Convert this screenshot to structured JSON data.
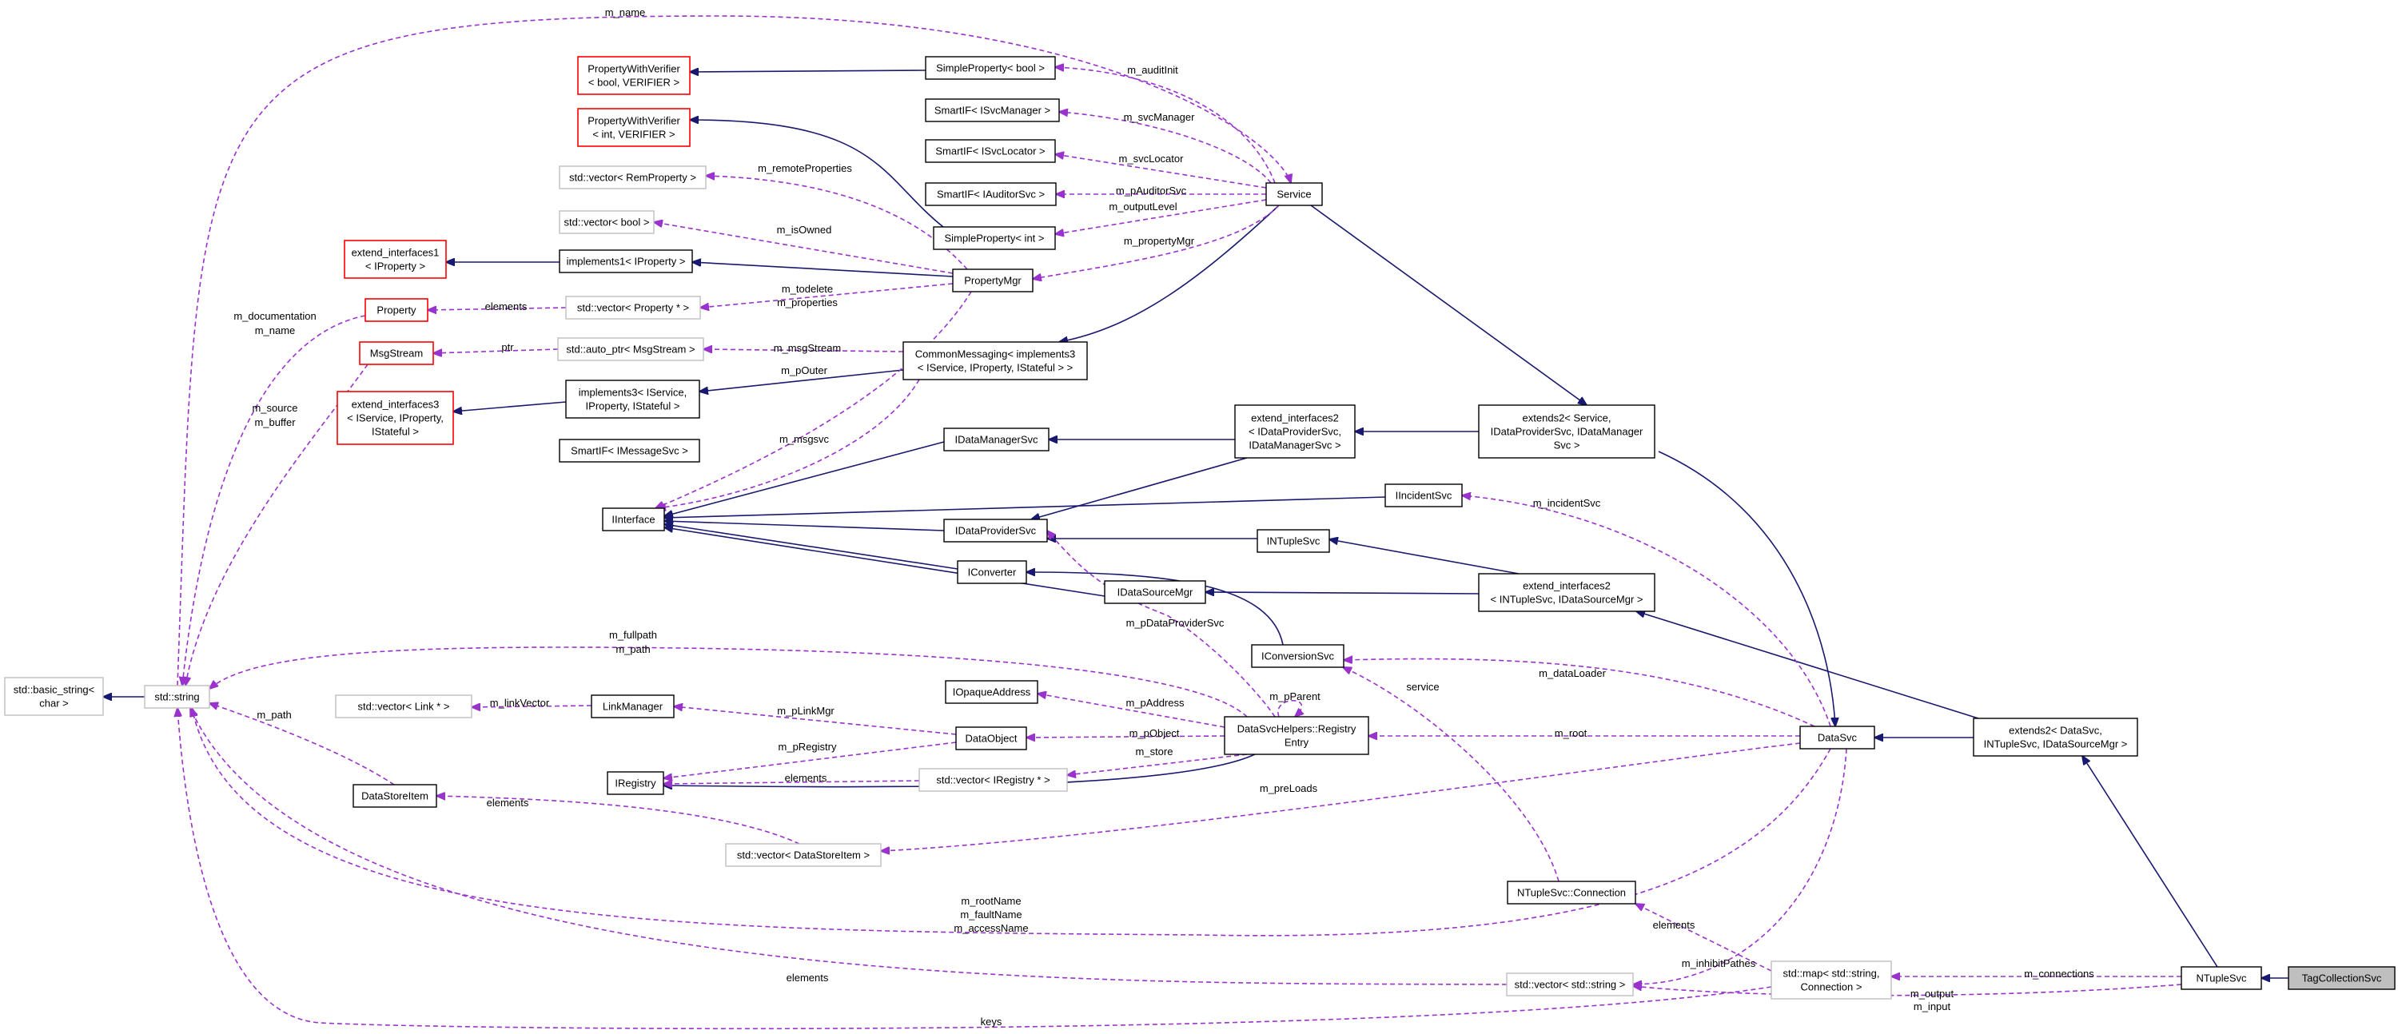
{
  "colors": {
    "inherit": "#191970",
    "usage": "#9a32cd",
    "normal_border": "#000000",
    "missing_border": "#ff0000",
    "template_border": "#bfbfbf",
    "highlight_fill": "#bfbfbf"
  },
  "nodes": [
    {
      "id": "TagCollectionSvc",
      "lines": [
        "TagCollectionSvc"
      ],
      "style": "highlight"
    },
    {
      "id": "NTupleSvc",
      "lines": [
        "NTupleSvc"
      ],
      "style": "normal"
    },
    {
      "id": "extends2_DataSvc",
      "lines": [
        "extends2< DataSvc,",
        "INTupleSvc, IDataSourceMgr >"
      ],
      "style": "normal"
    },
    {
      "id": "DataSvc",
      "lines": [
        "DataSvc"
      ],
      "style": "normal"
    },
    {
      "id": "extends2_Service",
      "lines": [
        "extends2< Service,",
        "IDataProviderSvc, IDataManager",
        "Svc >"
      ],
      "style": "normal"
    },
    {
      "id": "Service",
      "lines": [
        "Service"
      ],
      "style": "normal"
    },
    {
      "id": "SimplePropertyBool",
      "lines": [
        "SimpleProperty< bool >"
      ],
      "style": "normal"
    },
    {
      "id": "PWV_bool",
      "lines": [
        "PropertyWithVerifier",
        "< bool, VERIFIER >"
      ],
      "style": "missing"
    },
    {
      "id": "SmartIF_ISvcManager",
      "lines": [
        "SmartIF< ISvcManager >"
      ],
      "style": "normal"
    },
    {
      "id": "SmartIF_ISvcLocator",
      "lines": [
        "SmartIF< ISvcLocator >"
      ],
      "style": "normal"
    },
    {
      "id": "SmartIF_IAuditorSvc",
      "lines": [
        "SmartIF< IAuditorSvc >"
      ],
      "style": "normal"
    },
    {
      "id": "SimplePropertyInt",
      "lines": [
        "SimpleProperty< int >"
      ],
      "style": "normal"
    },
    {
      "id": "PWV_int",
      "lines": [
        "PropertyWithVerifier",
        "< int, VERIFIER >"
      ],
      "style": "missing"
    },
    {
      "id": "vec_RemProperty",
      "lines": [
        "std::vector< RemProperty >"
      ],
      "style": "template"
    },
    {
      "id": "vec_bool",
      "lines": [
        "std::vector< bool >"
      ],
      "style": "template"
    },
    {
      "id": "PropertyMgr",
      "lines": [
        "PropertyMgr"
      ],
      "style": "normal"
    },
    {
      "id": "ext1_IProperty",
      "lines": [
        "extend_interfaces1",
        "< IProperty >"
      ],
      "style": "missing"
    },
    {
      "id": "impl1_IProperty",
      "lines": [
        "implements1< IProperty >"
      ],
      "style": "normal"
    },
    {
      "id": "Property",
      "lines": [
        "Property"
      ],
      "style": "missing"
    },
    {
      "id": "vec_Property",
      "lines": [
        "std::vector< Property * >"
      ],
      "style": "template"
    },
    {
      "id": "MsgStream",
      "lines": [
        "MsgStream"
      ],
      "style": "missing"
    },
    {
      "id": "autoptr_MsgStream",
      "lines": [
        "std::auto_ptr< MsgStream >"
      ],
      "style": "template"
    },
    {
      "id": "CommonMessaging",
      "lines": [
        "CommonMessaging< implements3",
        "< IService, IProperty, IStateful > >"
      ],
      "style": "normal"
    },
    {
      "id": "ext3",
      "lines": [
        "extend_interfaces3",
        "< IService, IProperty,",
        "IStateful >"
      ],
      "style": "missing"
    },
    {
      "id": "impl3",
      "lines": [
        "implements3< IService,",
        "IProperty, IStateful >"
      ],
      "style": "normal"
    },
    {
      "id": "SmartIF_IMessageSvc",
      "lines": [
        "SmartIF< IMessageSvc >"
      ],
      "style": "normal"
    },
    {
      "id": "IDataManagerSvc",
      "lines": [
        "IDataManagerSvc"
      ],
      "style": "normal"
    },
    {
      "id": "ext2_IDataProvider",
      "lines": [
        "extend_interfaces2",
        "< IDataProviderSvc,",
        "IDataManagerSvc >"
      ],
      "style": "normal"
    },
    {
      "id": "IIncidentSvc",
      "lines": [
        "IIncidentSvc"
      ],
      "style": "normal"
    },
    {
      "id": "IInterface",
      "lines": [
        "IInterface"
      ],
      "style": "normal"
    },
    {
      "id": "IDataProviderSvc",
      "lines": [
        "IDataProviderSvc"
      ],
      "style": "normal"
    },
    {
      "id": "INTupleSvc",
      "lines": [
        "INTupleSvc"
      ],
      "style": "normal"
    },
    {
      "id": "IConverter",
      "lines": [
        "IConverter"
      ],
      "style": "normal"
    },
    {
      "id": "IDataSourceMgr",
      "lines": [
        "IDataSourceMgr"
      ],
      "style": "normal"
    },
    {
      "id": "ext2_INTuple",
      "lines": [
        "extend_interfaces2",
        "< INTupleSvc, IDataSourceMgr >"
      ],
      "style": "normal"
    },
    {
      "id": "IConversionSvc",
      "lines": [
        "IConversionSvc"
      ],
      "style": "normal"
    },
    {
      "id": "basic_string",
      "lines": [
        "std::basic_string<",
        "char >"
      ],
      "style": "template"
    },
    {
      "id": "std_string",
      "lines": [
        "std::string"
      ],
      "style": "template"
    },
    {
      "id": "vec_Link",
      "lines": [
        "std::vector< Link * >"
      ],
      "style": "template"
    },
    {
      "id": "LinkManager",
      "lines": [
        "LinkManager"
      ],
      "style": "normal"
    },
    {
      "id": "IOpaqueAddress",
      "lines": [
        "IOpaqueAddress"
      ],
      "style": "normal"
    },
    {
      "id": "DataObject",
      "lines": [
        "DataObject"
      ],
      "style": "normal"
    },
    {
      "id": "RegistryEntry",
      "lines": [
        "DataSvcHelpers::Registry",
        "Entry"
      ],
      "style": "normal"
    },
    {
      "id": "IRegistry",
      "lines": [
        "IRegistry"
      ],
      "style": "normal"
    },
    {
      "id": "vec_IRegistry",
      "lines": [
        "std::vector< IRegistry * >"
      ],
      "style": "template"
    },
    {
      "id": "DataStoreItem",
      "lines": [
        "DataStoreItem"
      ],
      "style": "normal"
    },
    {
      "id": "vec_DataStoreItem",
      "lines": [
        "std::vector< DataStoreItem >"
      ],
      "style": "template"
    },
    {
      "id": "NTupleConnection",
      "lines": [
        "NTupleSvc::Connection"
      ],
      "style": "normal"
    },
    {
      "id": "vec_string",
      "lines": [
        "std::vector< std::string >"
      ],
      "style": "template"
    },
    {
      "id": "map_string_conn",
      "lines": [
        "std::map< std::string,",
        "Connection >"
      ],
      "style": "template"
    }
  ],
  "edges": [
    {
      "from": "NTupleSvc",
      "to": "TagCollectionSvc",
      "kind": "inherit",
      "labels": []
    },
    {
      "from": "extends2_DataSvc",
      "to": "NTupleSvc",
      "kind": "inherit",
      "labels": []
    },
    {
      "from": "DataSvc",
      "to": "extends2_DataSvc",
      "kind": "inherit",
      "labels": []
    },
    {
      "from": "ext2_INTuple",
      "to": "extends2_DataSvc",
      "kind": "inherit",
      "labels": []
    },
    {
      "from": "extends2_Service",
      "to": "DataSvc",
      "kind": "inherit",
      "labels": []
    },
    {
      "from": "Service",
      "to": "extends2_Service",
      "kind": "inherit",
      "labels": []
    },
    {
      "from": "ext2_IDataProvider",
      "to": "extends2_Service",
      "kind": "inherit",
      "labels": []
    },
    {
      "from": "CommonMessaging",
      "to": "Service",
      "kind": "inherit",
      "labels": []
    },
    {
      "from": "impl3",
      "to": "CommonMessaging",
      "kind": "inherit",
      "labels": []
    },
    {
      "from": "ext3",
      "to": "impl3",
      "kind": "inherit",
      "labels": []
    },
    {
      "from": "impl1_IProperty",
      "to": "PropertyMgr",
      "kind": "inherit",
      "labels": []
    },
    {
      "from": "ext1_IProperty",
      "to": "impl1_IProperty",
      "kind": "inherit",
      "labels": []
    },
    {
      "from": "PWV_bool",
      "to": "SimplePropertyBool",
      "kind": "inherit",
      "labels": []
    },
    {
      "from": "PWV_int",
      "to": "SimplePropertyInt",
      "kind": "inherit",
      "labels": []
    },
    {
      "from": "IDataManagerSvc",
      "to": "ext2_IDataProvider",
      "kind": "inherit",
      "labels": []
    },
    {
      "from": "IDataProviderSvc",
      "to": "ext2_IDataProvider",
      "kind": "inherit",
      "labels": []
    },
    {
      "from": "INTupleSvc",
      "to": "ext2_INTuple",
      "kind": "inherit",
      "labels": []
    },
    {
      "from": "IDataSourceMgr",
      "to": "ext2_INTuple",
      "kind": "inherit",
      "labels": []
    },
    {
      "from": "IInterface",
      "to": "IDataManagerSvc",
      "kind": "inherit",
      "labels": []
    },
    {
      "from": "IInterface",
      "to": "IIncidentSvc",
      "kind": "inherit",
      "labels": []
    },
    {
      "from": "IInterface",
      "to": "IDataProviderSvc",
      "kind": "inherit",
      "labels": []
    },
    {
      "from": "IInterface",
      "to": "INTupleSvc",
      "kind": "inherit",
      "labels": []
    },
    {
      "from": "IInterface",
      "to": "IConverter",
      "kind": "inherit",
      "labels": []
    },
    {
      "from": "IInterface",
      "to": "IDataSourceMgr",
      "kind": "inherit",
      "labels": []
    },
    {
      "from": "IConverter",
      "to": "IConversionSvc",
      "kind": "inherit",
      "labels": []
    },
    {
      "from": "IRegistry",
      "to": "RegistryEntry",
      "kind": "inherit",
      "labels": []
    },
    {
      "from": "basic_string",
      "to": "std_string",
      "kind": "inherit",
      "labels": []
    },
    {
      "from": "std_string",
      "to": "Service",
      "kind": "usage",
      "labels": [
        "m_name"
      ]
    },
    {
      "from": "SimplePropertyBool",
      "to": "Service",
      "kind": "usage",
      "labels": [
        "m_auditInit"
      ]
    },
    {
      "from": "SmartIF_ISvcManager",
      "to": "Service",
      "kind": "usage",
      "labels": [
        "m_svcManager"
      ]
    },
    {
      "from": "SmartIF_ISvcLocator",
      "to": "Service",
      "kind": "usage",
      "labels": [
        "m_svcLocator"
      ]
    },
    {
      "from": "SmartIF_IAuditorSvc",
      "to": "Service",
      "kind": "usage",
      "labels": [
        "m_pAuditorSvc"
      ]
    },
    {
      "from": "SimplePropertyInt",
      "to": "Service",
      "kind": "usage",
      "labels": [
        "m_outputLevel"
      ]
    },
    {
      "from": "PropertyMgr",
      "to": "Service",
      "kind": "usage",
      "labels": [
        "m_propertyMgr"
      ]
    },
    {
      "from": "vec_RemProperty",
      "to": "PropertyMgr",
      "kind": "usage",
      "labels": [
        "m_remoteProperties"
      ]
    },
    {
      "from": "vec_bool",
      "to": "PropertyMgr",
      "kind": "usage",
      "labels": [
        "m_isOwned"
      ]
    },
    {
      "from": "vec_Property",
      "to": "PropertyMgr",
      "kind": "usage",
      "labels": [
        "m_todelete",
        "m_properties"
      ]
    },
    {
      "from": "Property",
      "to": "vec_Property",
      "kind": "usage",
      "labels": [
        "elements"
      ]
    },
    {
      "from": "MsgStream",
      "to": "autoptr_MsgStream",
      "kind": "usage",
      "labels": [
        "ptr"
      ]
    },
    {
      "from": "autoptr_MsgStream",
      "to": "CommonMessaging",
      "kind": "usage",
      "labels": [
        "m_msgStream"
      ]
    },
    {
      "from": "IInterface",
      "to": "PropertyMgr",
      "kind": "usage",
      "labels": [
        "m_pOuter"
      ]
    },
    {
      "from": "SmartIF_IMessageSvc",
      "to": "CommonMessaging",
      "kind": "usage",
      "labels": [
        "m_msgsvc"
      ]
    },
    {
      "from": "std_string",
      "to": "Property",
      "kind": "usage",
      "labels": [
        "m_documentation",
        "m_name"
      ]
    },
    {
      "from": "std_string",
      "to": "MsgStream",
      "kind": "usage",
      "labels": [
        "m_source",
        "m_buffer"
      ]
    },
    {
      "from": "IIncidentSvc",
      "to": "DataSvc",
      "kind": "usage",
      "labels": [
        "m_incidentSvc"
      ]
    },
    {
      "from": "IDataProviderSvc",
      "to": "RegistryEntry",
      "kind": "usage",
      "labels": [
        "m_pDataProviderSvc"
      ]
    },
    {
      "from": "std_string",
      "to": "RegistryEntry",
      "kind": "usage",
      "labels": [
        "m_fullpath",
        "m_path"
      ]
    },
    {
      "from": "IConversionSvc",
      "to": "DataSvc",
      "kind": "usage",
      "labels": [
        "m_dataLoader"
      ]
    },
    {
      "from": "RegistryEntry",
      "to": "RegistryEntry",
      "kind": "usage",
      "labels": [
        "m_pParent"
      ]
    },
    {
      "from": "IOpaqueAddress",
      "to": "RegistryEntry",
      "kind": "usage",
      "labels": [
        "m_pAddress"
      ]
    },
    {
      "from": "DataObject",
      "to": "RegistryEntry",
      "kind": "usage",
      "labels": [
        "m_pObject"
      ]
    },
    {
      "from": "vec_IRegistry",
      "to": "RegistryEntry",
      "kind": "usage",
      "labels": [
        "m_store"
      ]
    },
    {
      "from": "RegistryEntry",
      "to": "DataSvc",
      "kind": "usage",
      "labels": [
        "m_root"
      ]
    },
    {
      "from": "vec_Link",
      "to": "LinkManager",
      "kind": "usage",
      "labels": [
        "m_linkVector"
      ]
    },
    {
      "from": "LinkManager",
      "to": "DataObject",
      "kind": "usage",
      "labels": [
        "m_pLinkMgr"
      ]
    },
    {
      "from": "IRegistry",
      "to": "DataObject",
      "kind": "usage",
      "labels": [
        "m_pRegistry"
      ]
    },
    {
      "from": "IRegistry",
      "to": "vec_IRegistry",
      "kind": "usage",
      "labels": [
        "elements"
      ]
    },
    {
      "from": "std_string",
      "to": "DataStoreItem",
      "kind": "usage",
      "labels": [
        "m_path"
      ]
    },
    {
      "from": "DataStoreItem",
      "to": "vec_DataStoreItem",
      "kind": "usage",
      "labels": [
        "elements"
      ]
    },
    {
      "from": "vec_DataStoreItem",
      "to": "DataSvc",
      "kind": "usage",
      "labels": [
        "m_preLoads"
      ]
    },
    {
      "from": "IConversionSvc",
      "to": "NTupleConnection",
      "kind": "usage",
      "labels": [
        "service"
      ]
    },
    {
      "from": "std_string",
      "to": "DataSvc",
      "kind": "usage",
      "labels": [
        "m_rootName",
        "m_faultName",
        "m_accessName"
      ]
    },
    {
      "from": "vec_string",
      "to": "DataSvc",
      "kind": "usage",
      "labels": [
        "m_inhibitPathes"
      ]
    },
    {
      "from": "NTupleConnection",
      "to": "map_string_conn",
      "kind": "usage",
      "labels": [
        "elements"
      ]
    },
    {
      "from": "std_string",
      "to": "vec_string",
      "kind": "usage",
      "labels": [
        "elements"
      ]
    },
    {
      "from": "map_string_conn",
      "to": "NTupleSvc",
      "kind": "usage",
      "labels": [
        "m_connections"
      ]
    },
    {
      "from": "vec_string",
      "to": "NTupleSvc",
      "kind": "usage",
      "labels": [
        "m_output",
        "m_input"
      ]
    },
    {
      "from": "std_string",
      "to": "map_string_conn",
      "kind": "usage",
      "labels": [
        "keys"
      ]
    }
  ]
}
